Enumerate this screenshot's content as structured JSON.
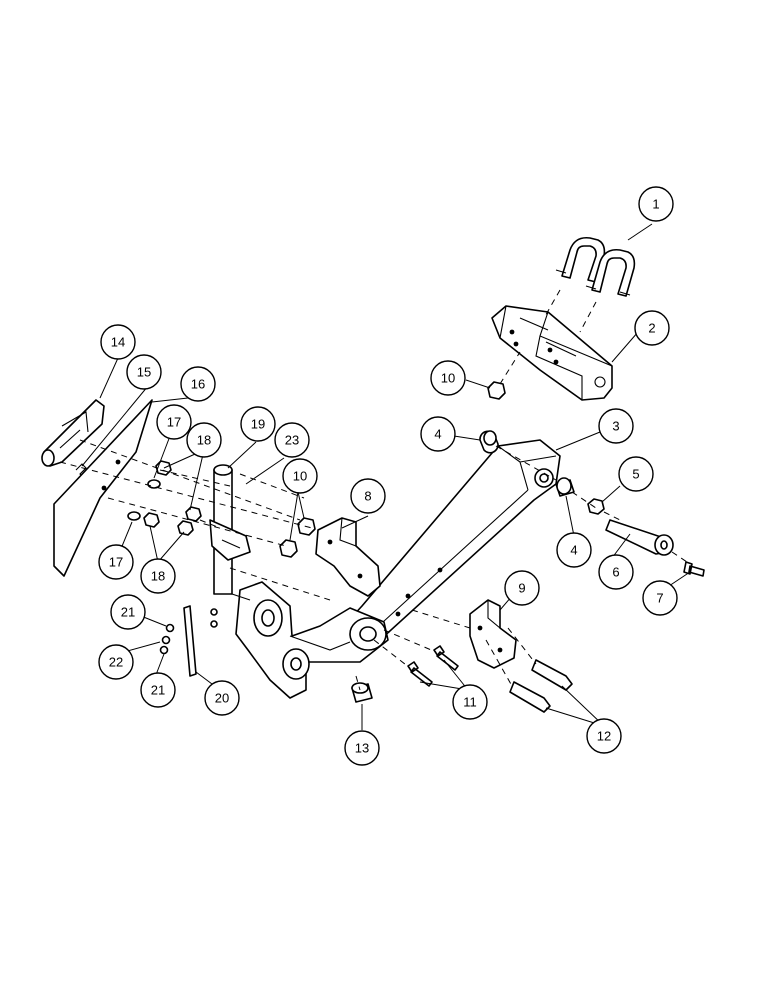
{
  "callouts": [
    {
      "id": "c1",
      "label": "1"
    },
    {
      "id": "c2",
      "label": "2"
    },
    {
      "id": "c3",
      "label": "3"
    },
    {
      "id": "c4a",
      "label": "4"
    },
    {
      "id": "c4b",
      "label": "4"
    },
    {
      "id": "c5",
      "label": "5"
    },
    {
      "id": "c6",
      "label": "6"
    },
    {
      "id": "c7",
      "label": "7"
    },
    {
      "id": "c8",
      "label": "8"
    },
    {
      "id": "c9",
      "label": "9"
    },
    {
      "id": "c10a",
      "label": "10"
    },
    {
      "id": "c10b",
      "label": "10"
    },
    {
      "id": "c11",
      "label": "11"
    },
    {
      "id": "c12",
      "label": "12"
    },
    {
      "id": "c13",
      "label": "13"
    },
    {
      "id": "c14",
      "label": "14"
    },
    {
      "id": "c15",
      "label": "15"
    },
    {
      "id": "c16",
      "label": "16"
    },
    {
      "id": "c17a",
      "label": "17"
    },
    {
      "id": "c17b",
      "label": "17"
    },
    {
      "id": "c18a",
      "label": "18"
    },
    {
      "id": "c18b",
      "label": "18"
    },
    {
      "id": "c19",
      "label": "19"
    },
    {
      "id": "c20",
      "label": "20"
    },
    {
      "id": "c21a",
      "label": "21"
    },
    {
      "id": "c21b",
      "label": "21"
    },
    {
      "id": "c22",
      "label": "22"
    },
    {
      "id": "c23",
      "label": "23"
    }
  ]
}
